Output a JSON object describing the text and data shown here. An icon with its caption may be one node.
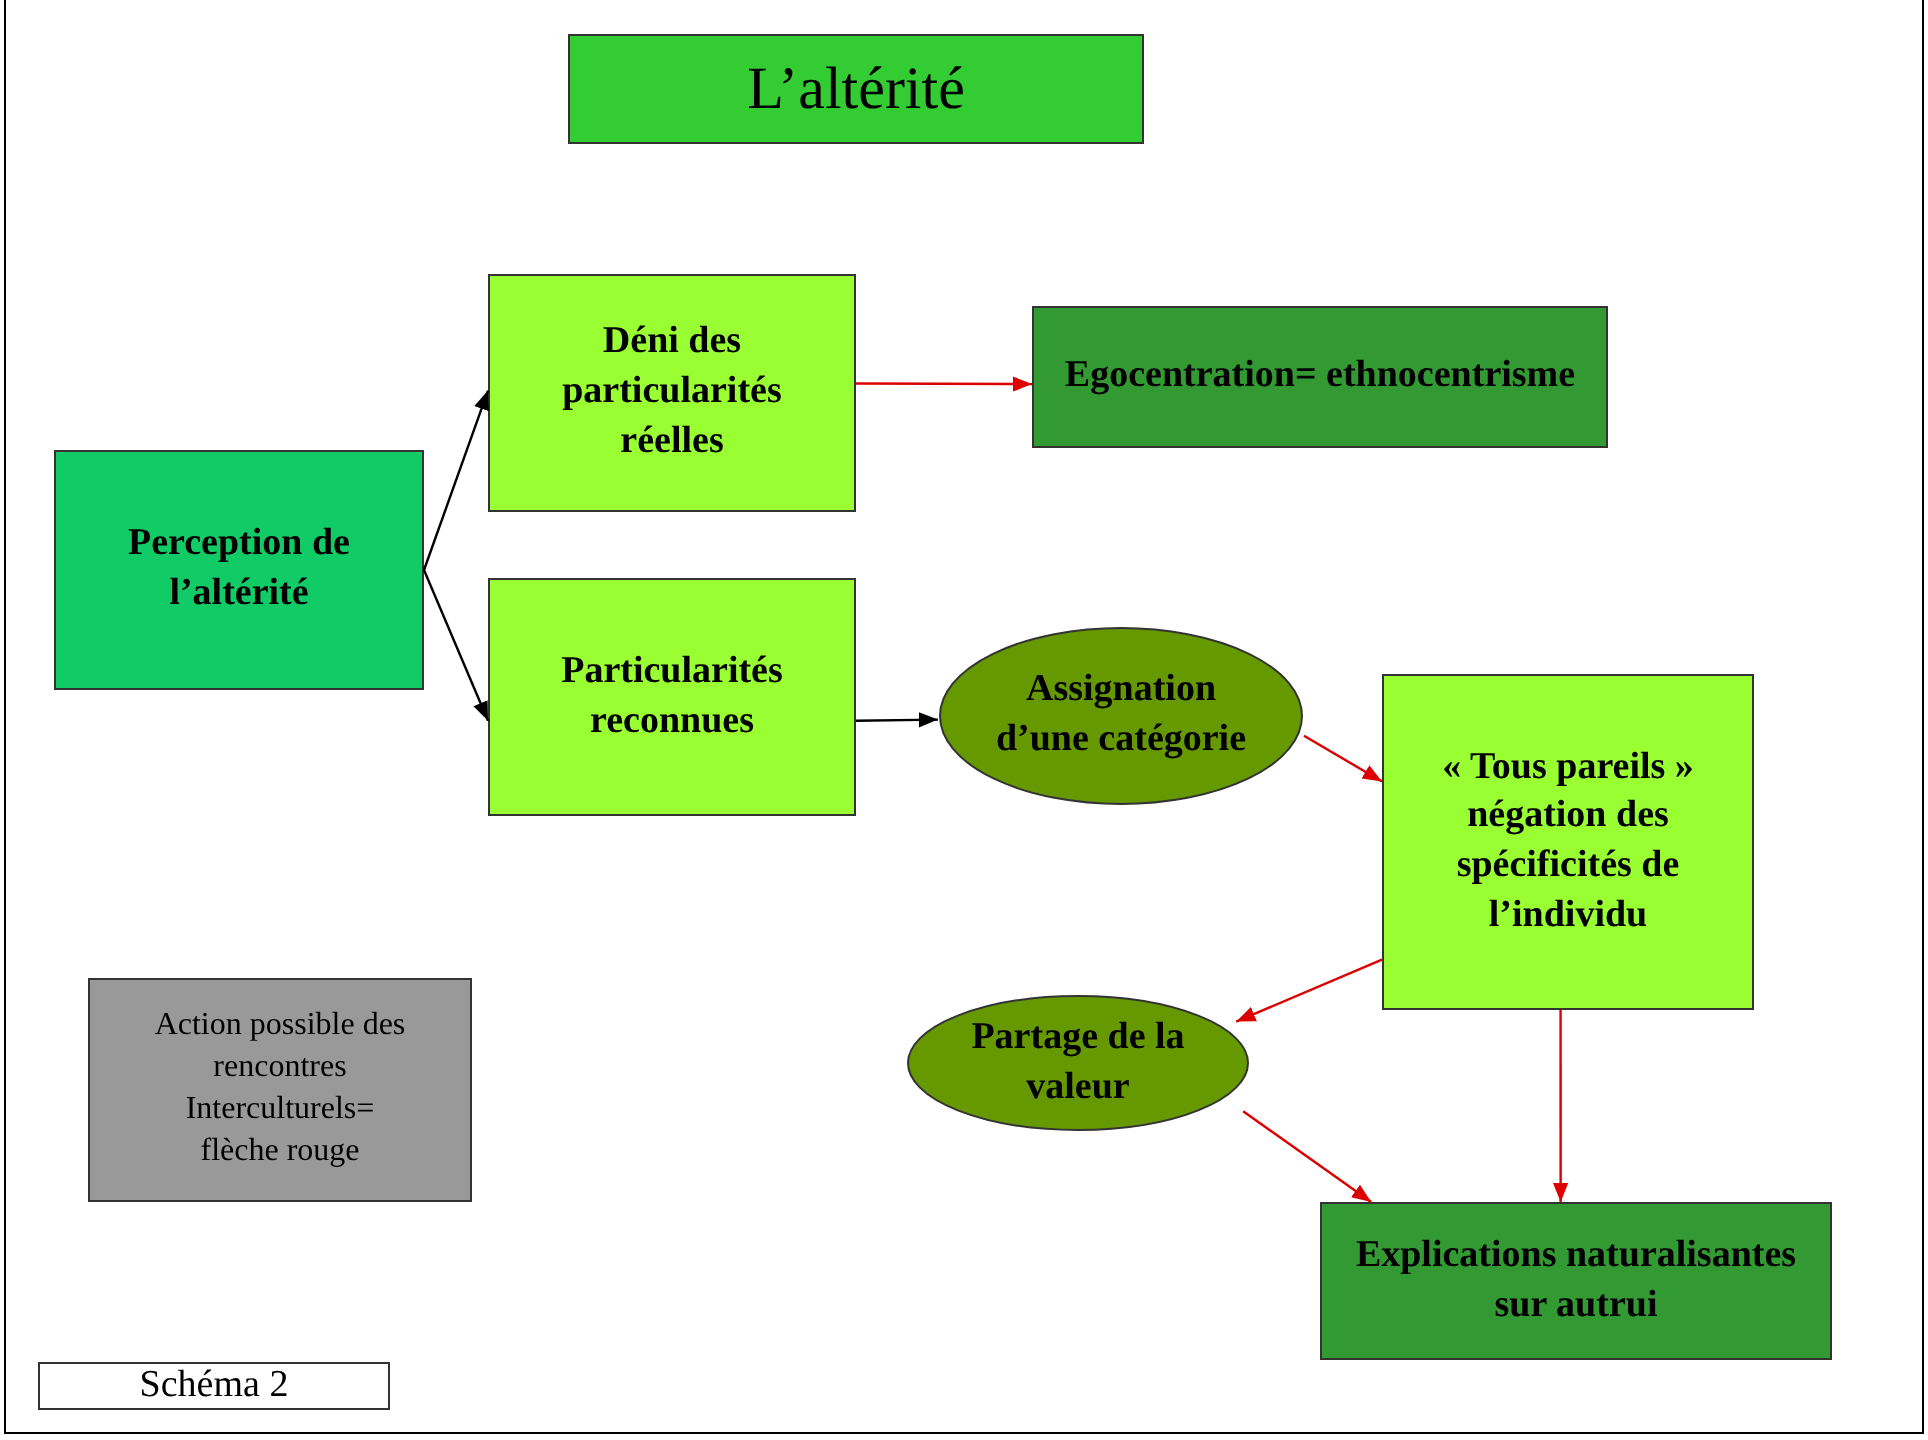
{
  "diagram": {
    "nodes": [
      {
        "text": [
          "L’altérité"
        ]
      },
      {
        "text": [
          "Perception de l’altérité"
        ]
      },
      {
        "text": [
          "Déni des particularités réelles"
        ]
      },
      {
        "text": [
          "Egocentration= ethnocentrisme"
        ]
      },
      {
        "text": [
          "Particularités reconnues"
        ]
      },
      {
        "text": [
          "Assignation d’une catégorie"
        ]
      },
      {
        "text": [
          "« Tous pareils » négation des spécificités de l’individu"
        ]
      },
      {
        "text": [
          "Partage de la valeur"
        ]
      },
      {
        "text": [
          "Explications naturalisantes sur autrui"
        ]
      },
      {
        "text": [
          "Action possible des rencontres Interculturels= flèche rouge"
        ]
      },
      {
        "text": [
          "Schéma 2"
        ]
      }
    ],
    "edges": [
      {
        "from": 1,
        "to": 2,
        "arrow": "to",
        "color": "#000000"
      },
      {
        "from": 1,
        "to": 4,
        "arrow": "to",
        "color": "#000000"
      },
      {
        "from": 2,
        "to": 3,
        "arrow": "to"
      },
      {
        "from": 4,
        "to": 5,
        "arrow": "to",
        "color": "#000000"
      },
      {
        "from": 5,
        "to": 6,
        "arrow": "to"
      },
      {
        "from": 6,
        "to": 7,
        "arrow": "to"
      },
      {
        "from": 6,
        "to": 8,
        "arrow": "to"
      },
      {
        "from": 7,
        "to": 8,
        "arrow": "to"
      }
    ]
  }
}
